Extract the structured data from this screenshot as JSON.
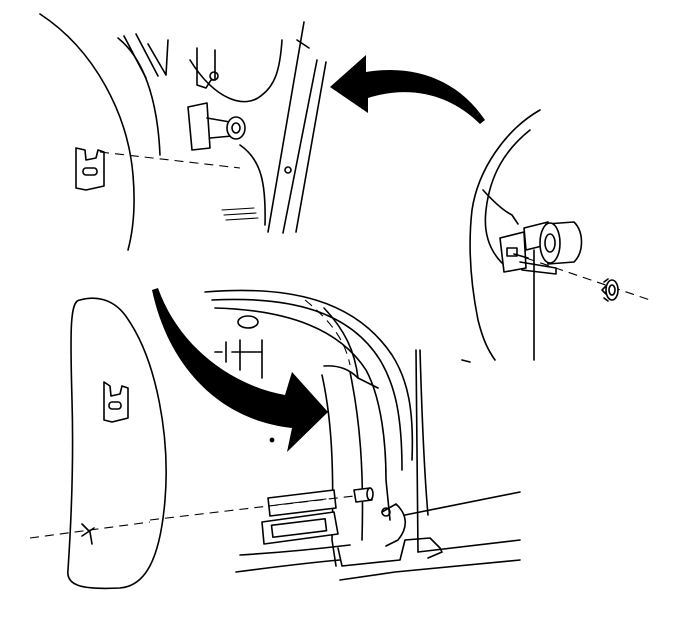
{
  "diagram": {
    "kind": "technical-illustration",
    "line_color": "#000000",
    "background_color": "#ffffff",
    "views": [
      {
        "view": "upper-left",
        "icon": "fastener-clip-detail-icon"
      },
      {
        "view": "upper-right",
        "icon": "pin-and-nut-detail-icon"
      },
      {
        "view": "lower",
        "icon": "wheelhouse-liner-panel-icon"
      }
    ],
    "arrows": [
      {
        "icon": "curved-arrow-left-icon"
      },
      {
        "icon": "curved-arrow-down-right-icon"
      }
    ]
  }
}
